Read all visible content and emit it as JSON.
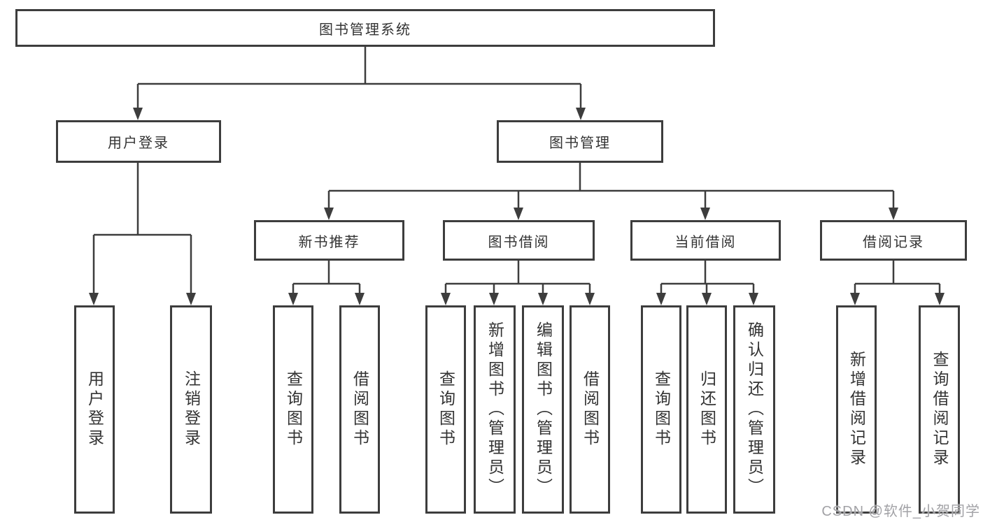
{
  "diagram_type": "hierarchy-tree",
  "nodes": {
    "root": "图书管理系统",
    "user_login": "用户登录",
    "book_mgmt": "图书管理",
    "new_book": "新书推荐",
    "book_borrow": "图书借阅",
    "current_borrow": "当前借阅",
    "borrow_record": "借阅记录",
    "leaf_user_login": "用户登录",
    "leaf_logout": "注销登录",
    "leaf_nb_query": "查询图书",
    "leaf_nb_borrow": "借阅图书",
    "leaf_bb_query": "查询图书",
    "leaf_bb_add": "新增图书（管理员）",
    "leaf_bb_edit": "编辑图书（管理员）",
    "leaf_bb_borrow": "借阅图书",
    "leaf_cb_query": "查询图书",
    "leaf_cb_return": "归还图书",
    "leaf_cb_confirm": "确认归还（管理员）",
    "leaf_br_add": "新增借阅记录",
    "leaf_br_query": "查询借阅记录"
  },
  "hierarchy": {
    "label": "图书管理系统",
    "children": [
      {
        "label": "用户登录",
        "children": [
          {
            "label": "用户登录"
          },
          {
            "label": "注销登录"
          }
        ]
      },
      {
        "label": "图书管理",
        "children": [
          {
            "label": "新书推荐",
            "children": [
              {
                "label": "查询图书"
              },
              {
                "label": "借阅图书"
              }
            ]
          },
          {
            "label": "图书借阅",
            "children": [
              {
                "label": "查询图书"
              },
              {
                "label": "新增图书（管理员）"
              },
              {
                "label": "编辑图书（管理员）"
              },
              {
                "label": "借阅图书"
              }
            ]
          },
          {
            "label": "当前借阅",
            "children": [
              {
                "label": "查询图书"
              },
              {
                "label": "归还图书"
              },
              {
                "label": "确认归还（管理员）"
              }
            ]
          },
          {
            "label": "借阅记录",
            "children": [
              {
                "label": "新增借阅记录"
              },
              {
                "label": "查询借阅记录"
              }
            ]
          }
        ]
      }
    ]
  },
  "colors": {
    "line": "#3d3d3d",
    "border": "#3d3d3d",
    "text": "#333333",
    "background": "#ffffff",
    "watermark": "#a2a2a6"
  },
  "watermark": {
    "text": "CSDN @软件_小贺同学"
  }
}
